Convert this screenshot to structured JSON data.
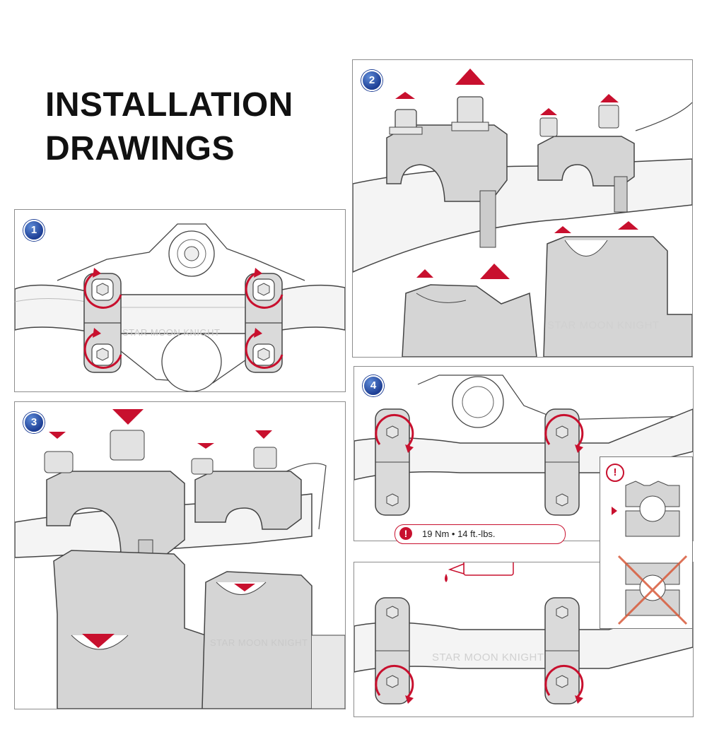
{
  "title": {
    "line1": "INSTALLATION",
    "line2": "DRAWINGS"
  },
  "steps": {
    "step1": "1",
    "step2": "2",
    "step3": "3",
    "step4": "4"
  },
  "watermark": "STAR MOON KNIGHT",
  "torque": {
    "icon": "!",
    "text": "19 Nm • 14 ft.-lbs."
  },
  "warning_icon": "!",
  "colors": {
    "accent_red": "#c8102e",
    "badge_blue": "#1e3f95",
    "part_gray": "#c9c9c9",
    "line": "#444444"
  },
  "icons": [
    "step-badge-icon",
    "rotate-arrow-icon",
    "up-arrow-icon",
    "down-arrow-icon",
    "warning-icon",
    "threadlocker-tube-icon",
    "cross-mark-icon"
  ]
}
